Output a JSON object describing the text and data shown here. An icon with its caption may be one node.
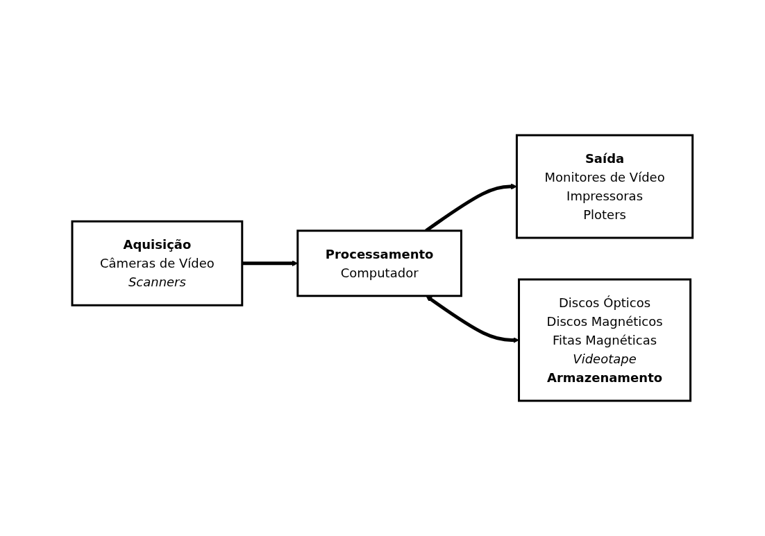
{
  "diagram": {
    "nodes": [
      {
        "text": [
          "Aquisição",
          "Câmeras de Vídeo",
          "Scanners"
        ]
      },
      {
        "text": [
          "Processamento",
          "Computador"
        ]
      },
      {
        "text": [
          "Saída",
          "Monitores de Vídeo",
          "Impressoras",
          "Ploters"
        ]
      },
      {
        "text": [
          "Discos Ópticos",
          "Discos Magnéticos",
          "Fitas Magnéticas",
          "Videotape",
          "Armazenamento"
        ]
      }
    ],
    "edges": [
      {
        "from": 0,
        "to": 1,
        "arrow": "to"
      },
      {
        "from": 1,
        "to": 2,
        "arrow": "to"
      },
      {
        "from": 1,
        "to": 3,
        "arrow": "both"
      }
    ]
  }
}
